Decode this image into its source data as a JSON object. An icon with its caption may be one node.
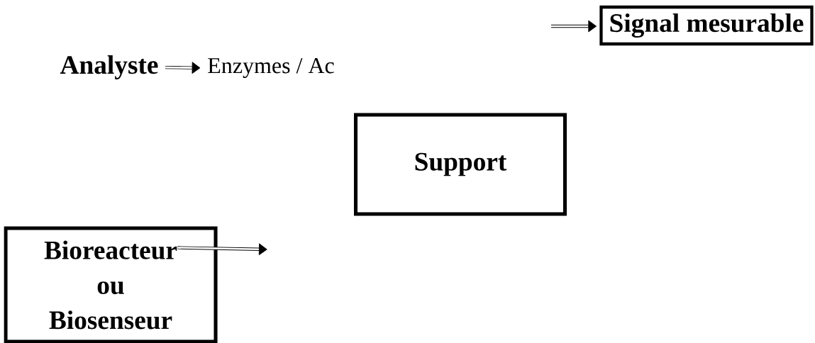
{
  "diagram": {
    "nodes": [
      {
        "text": [
          "Signal mesurable"
        ]
      },
      {
        "text": [
          "Analyste"
        ]
      },
      {
        "text": [
          "Enzymes / Ac"
        ]
      },
      {
        "text": [
          "Support"
        ]
      },
      {
        "text": [
          "Bioreacteur ou Biosenseur"
        ]
      }
    ],
    "edges": [
      {
        "from": null,
        "to": 0,
        "arrow": "to"
      },
      {
        "from": 1,
        "to": 2,
        "arrow": "to"
      },
      {
        "from": 4,
        "to": null,
        "arrow": "to"
      }
    ]
  }
}
